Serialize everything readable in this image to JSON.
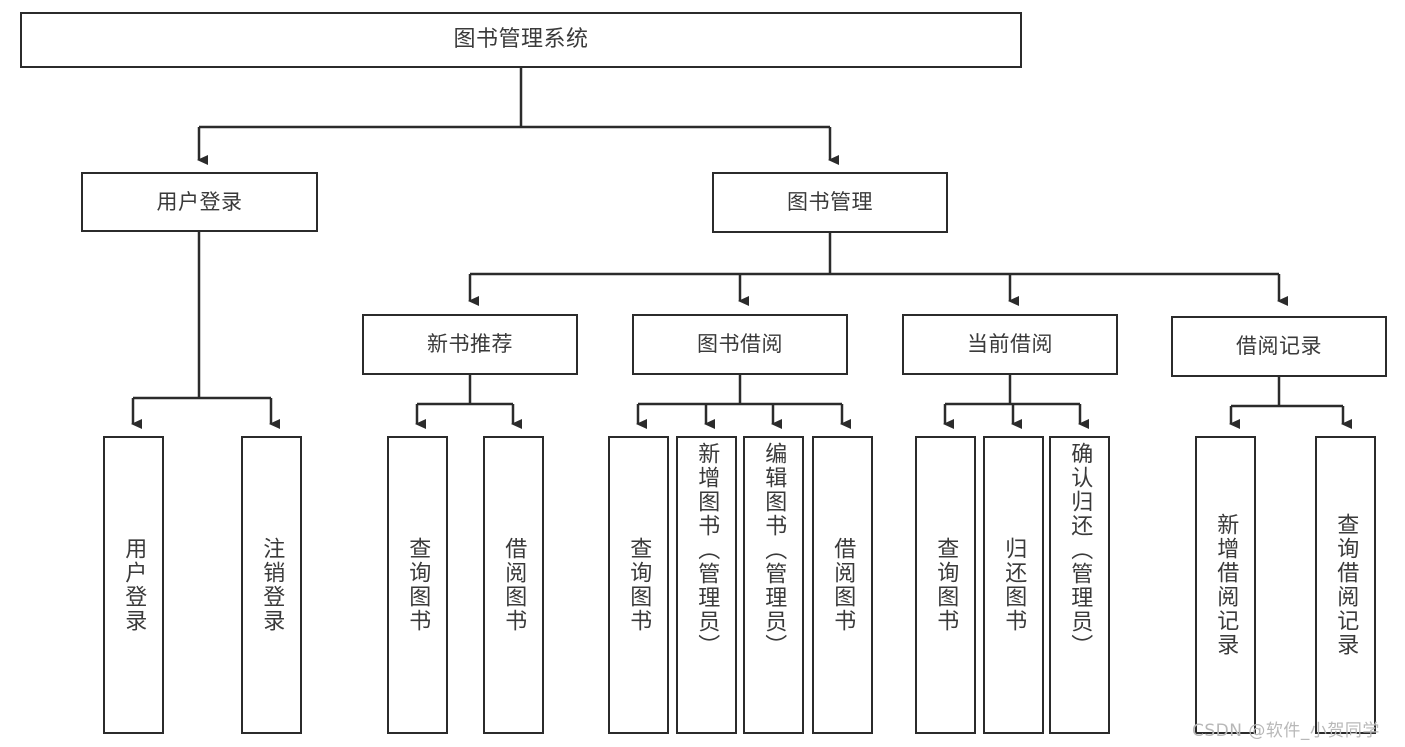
{
  "diagram": {
    "type": "tree-hierarchy",
    "title": "图书管理系统",
    "root": {
      "label": "图书管理系统"
    },
    "level2": [
      {
        "label": "用户登录"
      },
      {
        "label": "图书管理"
      }
    ],
    "level3": [
      {
        "label": "新书推荐"
      },
      {
        "label": "图书借阅"
      },
      {
        "label": "当前借阅"
      },
      {
        "label": "借阅记录"
      }
    ],
    "leaves": {
      "user_login": [
        {
          "label": "用户登录"
        },
        {
          "label": "注销登录"
        }
      ],
      "new_book_recommend": [
        {
          "label": "查询图书"
        },
        {
          "label": "借阅图书"
        }
      ],
      "book_borrow": [
        {
          "label": "查询图书"
        },
        {
          "label": "新增图书（管理员）"
        },
        {
          "label": "编辑图书（管理员）"
        },
        {
          "label": "借阅图书"
        }
      ],
      "current_borrow": [
        {
          "label": "查询图书"
        },
        {
          "label": "归还图书"
        },
        {
          "label": "确认归还（管理员）"
        }
      ],
      "borrow_record": [
        {
          "label": "新增借阅记录"
        },
        {
          "label": "查询借阅记录"
        }
      ]
    }
  },
  "watermark": {
    "text": "CSDN @软件_小贺同学"
  },
  "colors": {
    "stroke": "#2b2b2b",
    "text": "#3a3a3a",
    "background": "#ffffff",
    "watermark": "#b8b8b8"
  }
}
